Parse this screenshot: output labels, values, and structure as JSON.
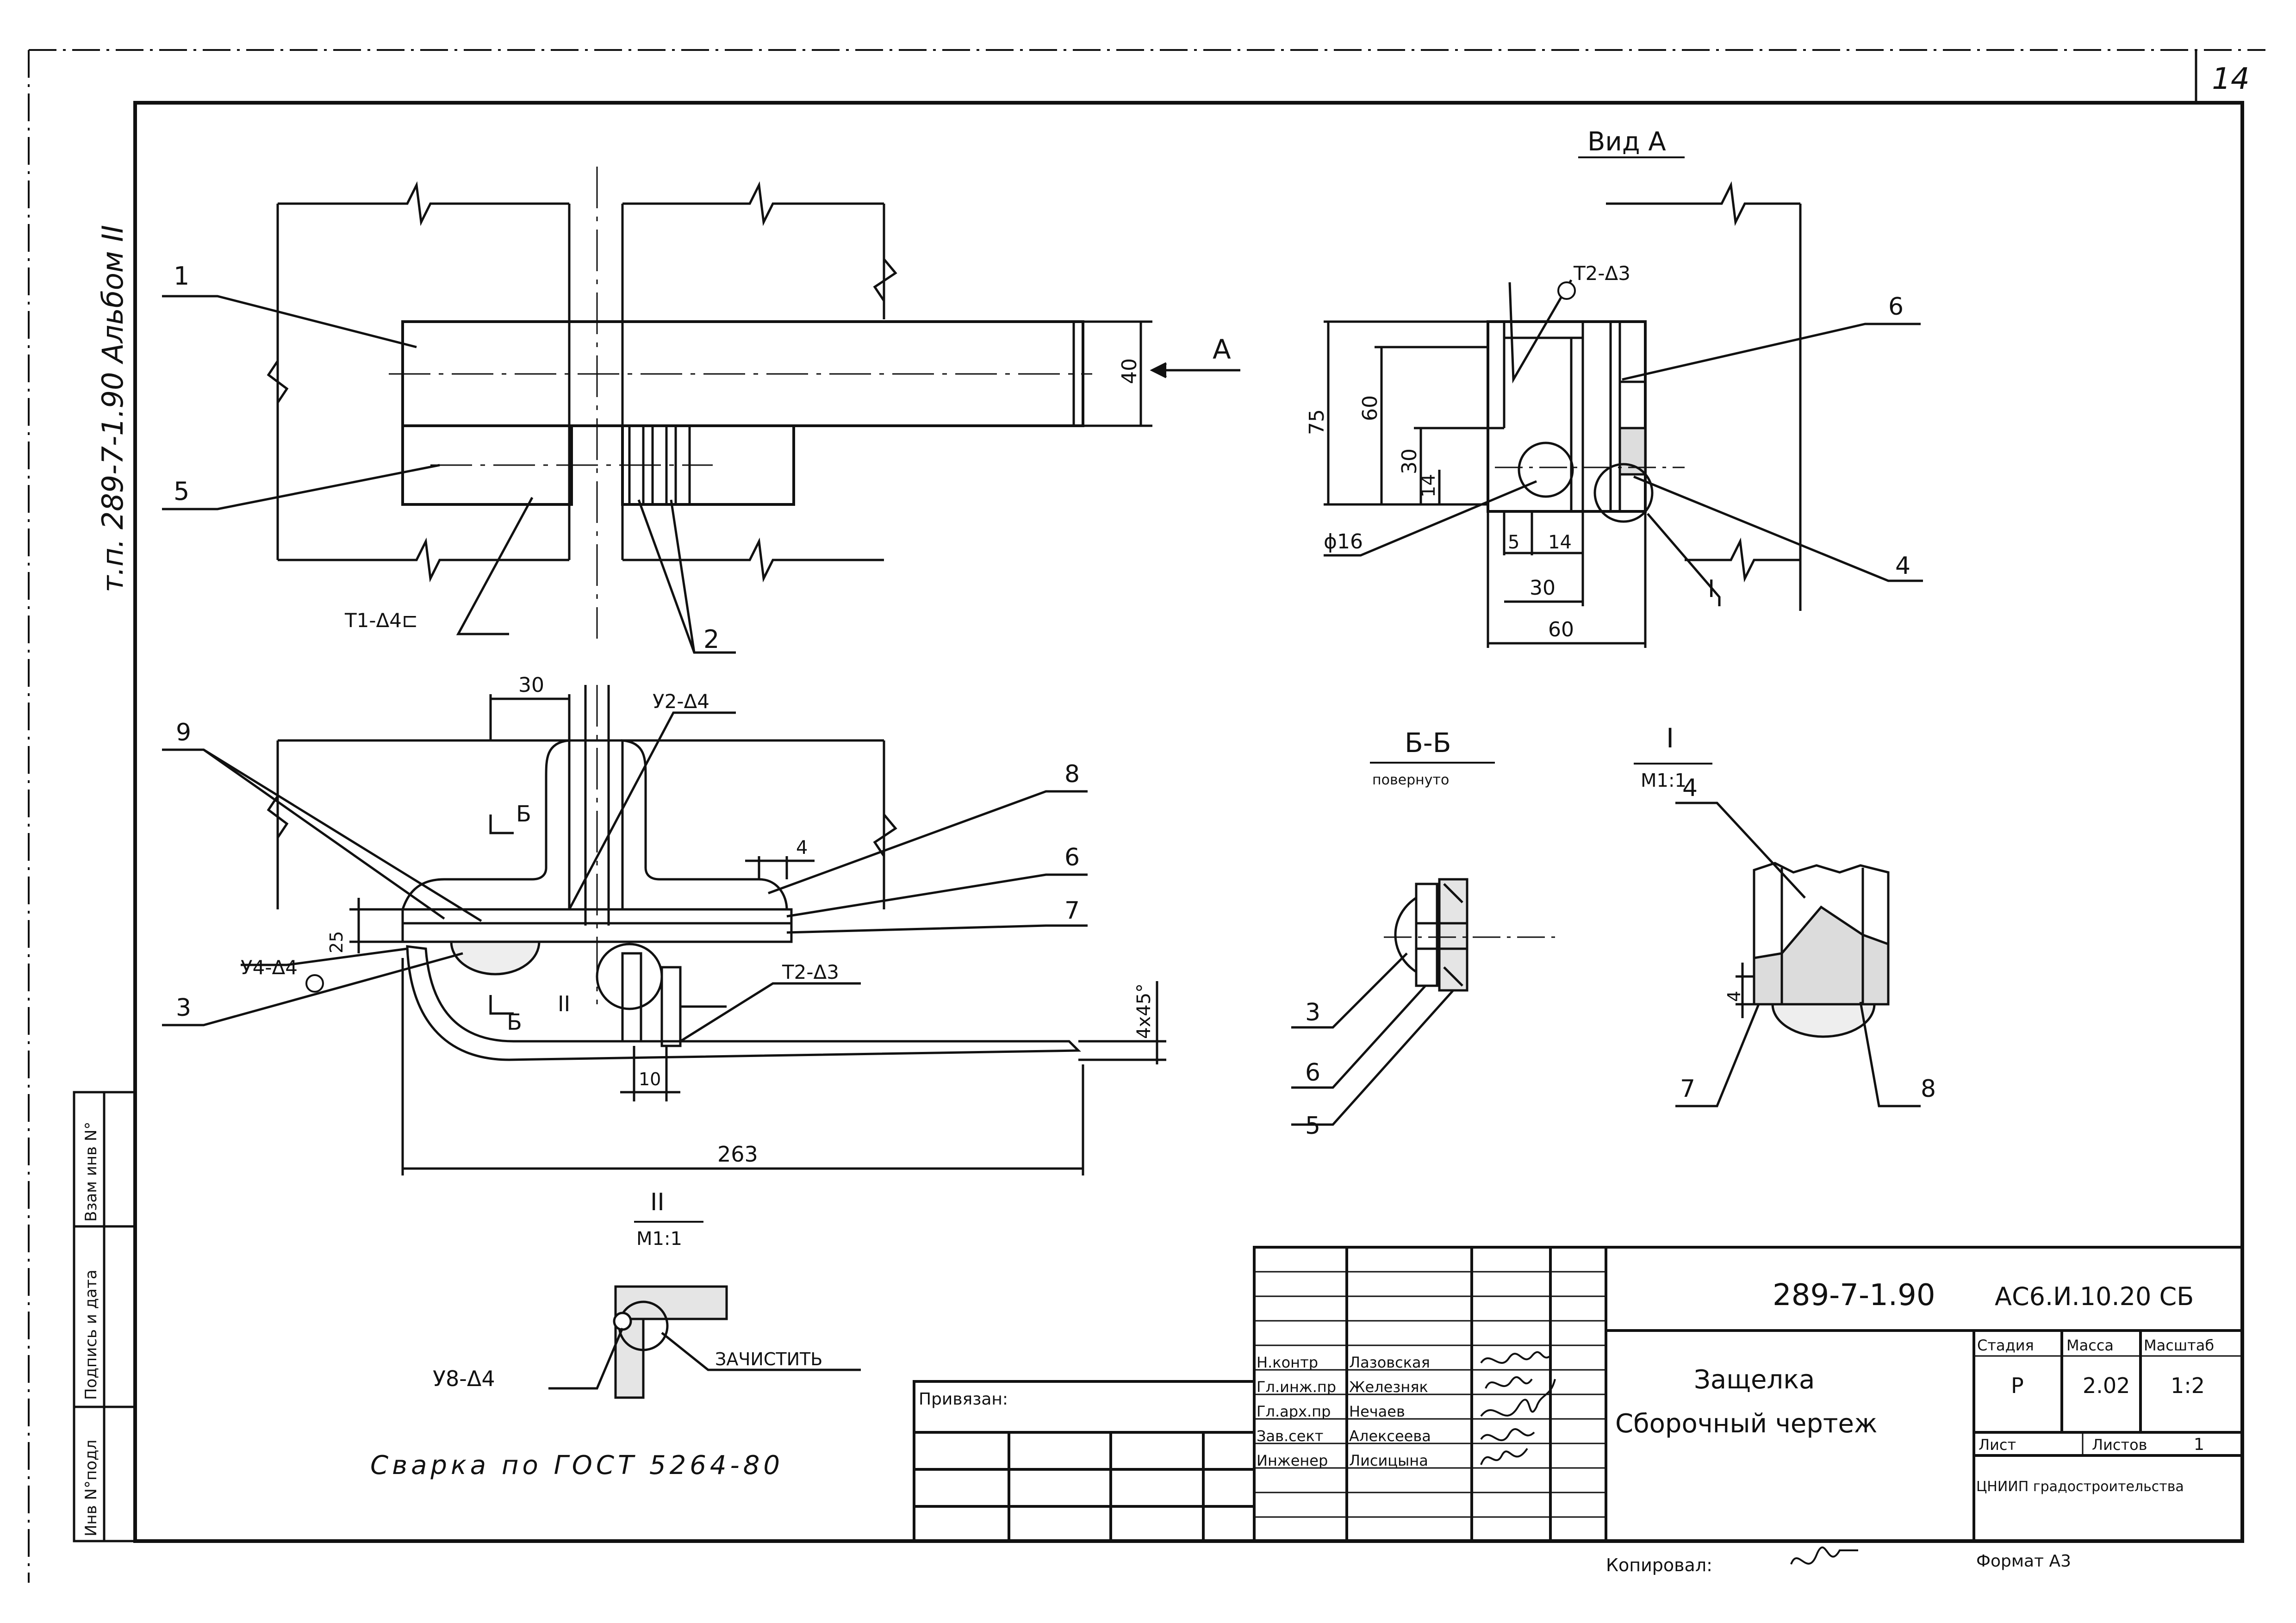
{
  "sheet_number": "14",
  "side_stamp": {
    "project": "т.п.  289-7-1.90  Альбом II"
  },
  "views": {
    "view_a_title": "Вид А",
    "arrow_a": "А",
    "section_bb_title": "Б-Б",
    "section_bb_sub": "повернуто",
    "detail_i_title": "I",
    "detail_i_scale": "М1:1",
    "detail_ii_title": "II",
    "detail_ii_scale": "М1:1",
    "section_mark_b": "Б",
    "detail_marker_i": "I",
    "detail_marker_ii": "II"
  },
  "positions": {
    "p1": "1",
    "p2": "2",
    "p3": "3",
    "p4": "4",
    "p5": "5",
    "p6": "6",
    "p7": "7",
    "p8": "8",
    "p9": "9"
  },
  "welds": {
    "t1": "Т1-Δ4⊏",
    "t2a": "Т2-Δ3",
    "t2b": "Т2-Δ3",
    "y2": "У2-Δ4",
    "y4": "У4-Δ4",
    "y8": "У8-Δ4",
    "clean": "ЗАЧИСТИТЬ"
  },
  "dims": {
    "d40": "40",
    "d75": "75",
    "d60v": "60",
    "d30v": "30",
    "d14v": "14",
    "phi16": "ϕ16",
    "d5": "5",
    "d14h": "14",
    "d30h": "30",
    "d60h": "60",
    "d30top": "30",
    "d4": "4",
    "d25": "25",
    "d4x45": "4x45°",
    "d10": "10",
    "d263": "263",
    "d4det": "4"
  },
  "welding_note": "Сварка по ГОСТ 5264-80",
  "left_strip": {
    "inv_orig": "Инв N°подл",
    "sign_date": "Подпись и дата",
    "inv_repl": "Взам инв N°"
  },
  "title_block": {
    "code_left": "289-7-1.90",
    "code_right": "АС6.И.10.20 СБ",
    "name_line1": "Защелка",
    "name_line2": "Сборочный чертеж",
    "stage_label": "Стадия",
    "mass_label": "Масса",
    "scale_label": "Масштаб",
    "stage_value": "Р",
    "mass_value": "2.02",
    "scale_value": "1:2",
    "sheet_label": "Лист",
    "sheets_label": "Листов",
    "sheets_value": "1",
    "org": "ЦНИИП градостроительства",
    "bound_label": "Привязан:",
    "copied_label": "Копировал:",
    "format_label": "Формат А3",
    "roles": [
      {
        "role": "Н.контр",
        "name": "Лазовская"
      },
      {
        "role": "Гл.инж.пр",
        "name": "Железняк"
      },
      {
        "role": "Гл.арх.пр",
        "name": "Нечаев"
      },
      {
        "role": "Зав.сект",
        "name": "Алексеева"
      },
      {
        "role": "Инженер",
        "name": "Лисицына"
      }
    ]
  }
}
